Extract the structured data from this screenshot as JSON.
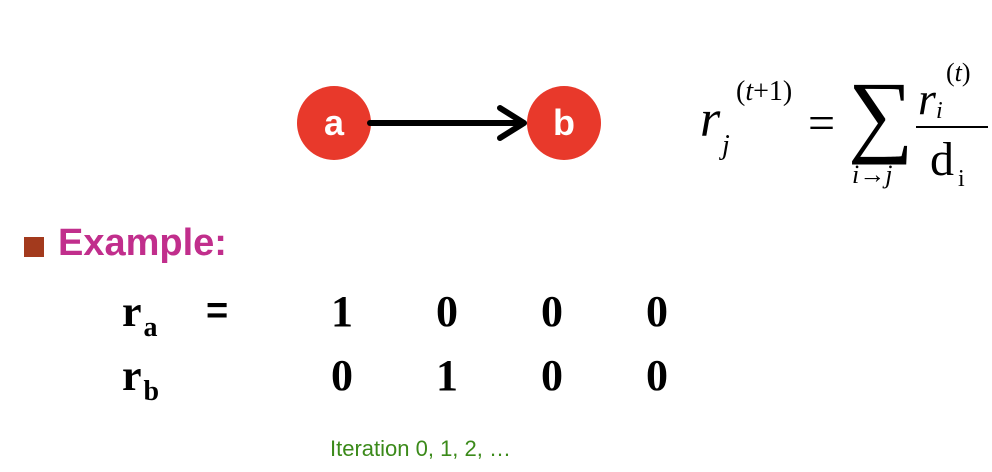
{
  "graph": {
    "nodes": [
      "a",
      "b"
    ],
    "edges": [
      {
        "from": "a",
        "to": "b"
      }
    ],
    "node_color": "#e8392b"
  },
  "formula": {
    "lhs_var": "r",
    "lhs_sub": "j",
    "lhs_sup_var": "t",
    "lhs_sup_rest": "+1",
    "equals": "=",
    "sum_symbol": "∑",
    "sum_index": "i→j",
    "num_var": "r",
    "num_sub": "i",
    "num_sup_var": "t",
    "den_var": "d",
    "den_sub": "i"
  },
  "example": {
    "label": "Example:",
    "label_color": "#c12e8c",
    "bullet_color": "#a33a1d",
    "rows": [
      {
        "var": "r",
        "sub": "a",
        "values": [
          "1",
          "0",
          "0",
          "0"
        ]
      },
      {
        "var": "r",
        "sub": "b",
        "values": [
          "0",
          "1",
          "0",
          "0"
        ]
      }
    ],
    "equals": "="
  },
  "caption": "Iteration 0, 1, 2, …"
}
